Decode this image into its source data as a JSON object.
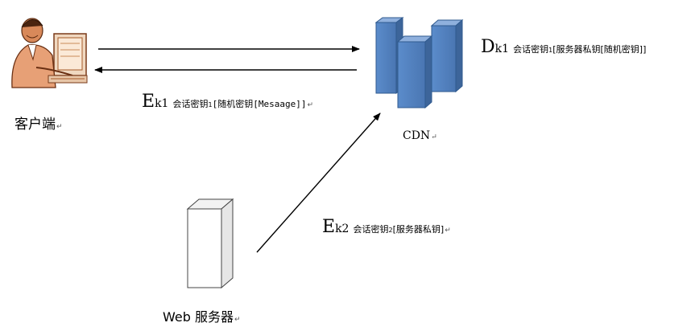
{
  "client": {
    "label": "客户端"
  },
  "cdn": {
    "label": "CDN"
  },
  "server": {
    "label": "Web 服务器"
  },
  "dk1": {
    "letter": "D",
    "sub": "k1",
    "text_prefix": "会话密钥",
    "text_num": "1",
    "text_rest": "[服务器私钥[随机密钥]]"
  },
  "ek1": {
    "letter": "E",
    "sub": "k1",
    "text_prefix": "会话密钥",
    "text_num": "1",
    "text_rest": "[随机密钥[Mesaage]]"
  },
  "ek2": {
    "letter": "E",
    "sub": "k2",
    "text_prefix": "会话密钥",
    "text_num": "2",
    "text_rest": "[服务器私钥]"
  },
  "return_mark": "↵",
  "colors": {
    "server_blue": "#4f81bd",
    "server_blue_dark": "#385d8a",
    "arrow": "#000000"
  }
}
